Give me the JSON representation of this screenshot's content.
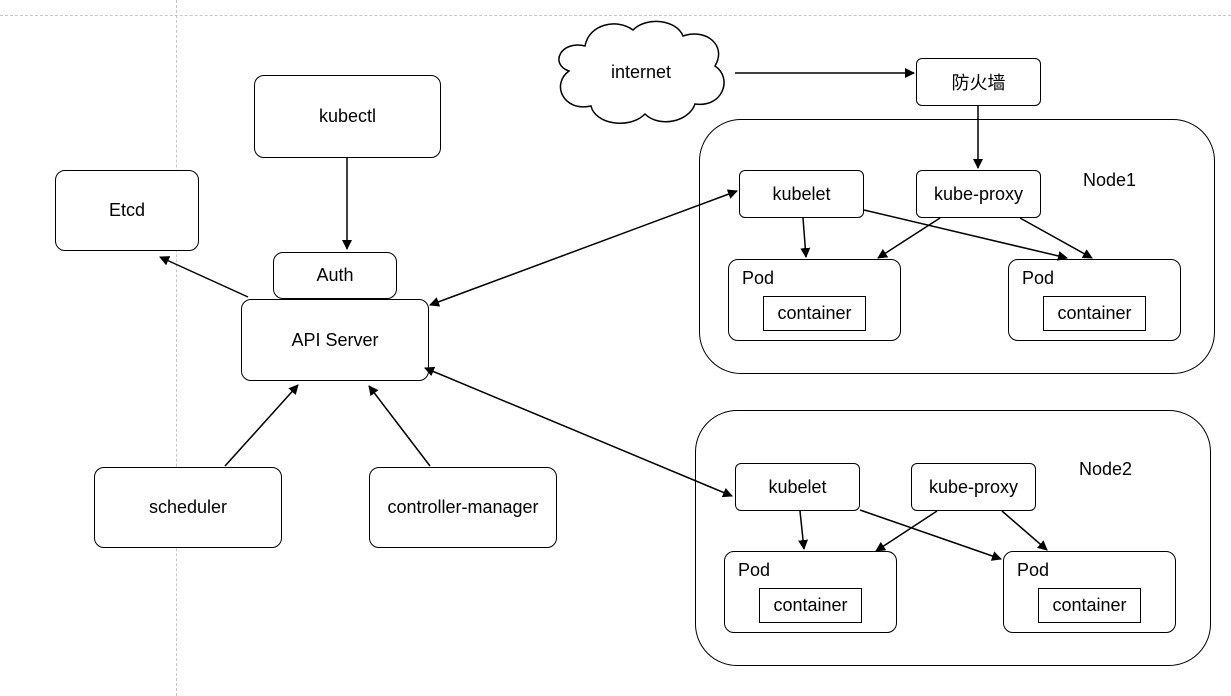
{
  "nodes": {
    "kubectl": "kubectl",
    "etcd": "Etcd",
    "auth": "Auth",
    "api_server": "API Server",
    "scheduler": "scheduler",
    "controller_manager": "controller-manager",
    "internet": "internet",
    "firewall": "防火墙"
  },
  "node1": {
    "label": "Node1",
    "kubelet": "kubelet",
    "kube_proxy": "kube-proxy",
    "pods": [
      {
        "label": "Pod",
        "container": "container"
      },
      {
        "label": "Pod",
        "container": "container"
      }
    ]
  },
  "node2": {
    "label": "Node2",
    "kubelet": "kubelet",
    "kube_proxy": "kube-proxy",
    "pods": [
      {
        "label": "Pod",
        "container": "container"
      },
      {
        "label": "Pod",
        "container": "container"
      }
    ]
  }
}
